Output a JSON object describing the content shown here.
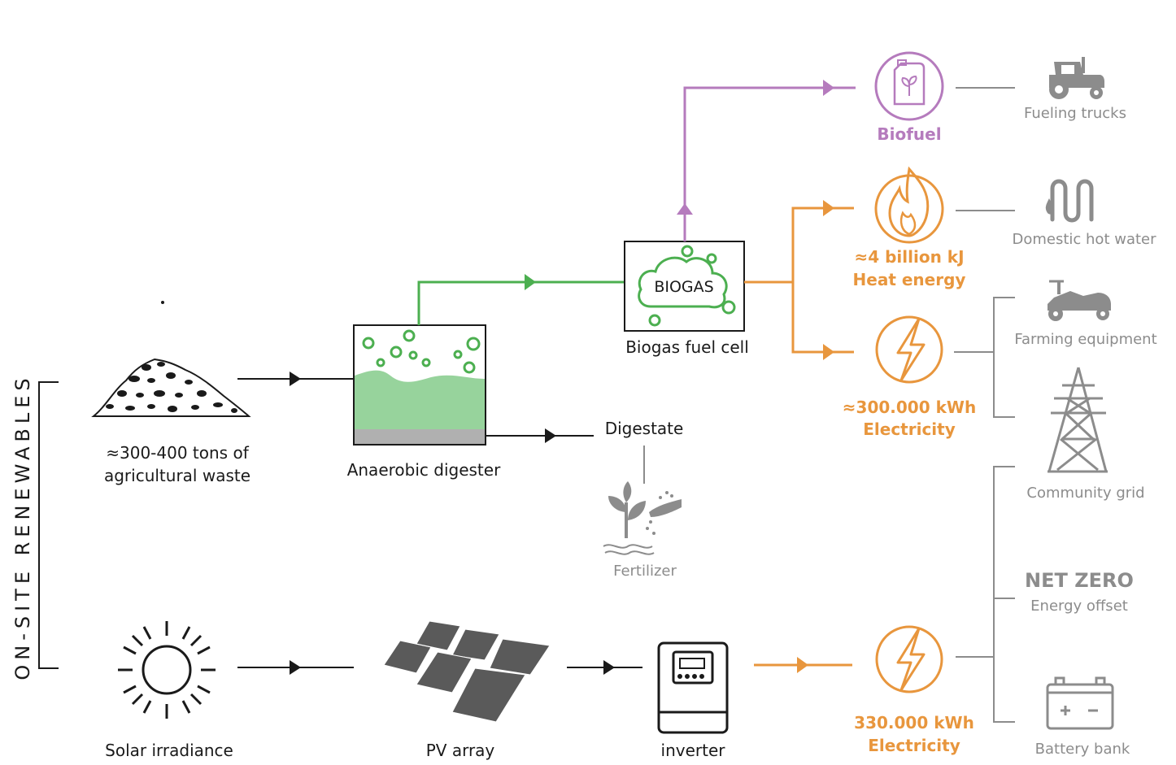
{
  "side_label": "ON-SITE RENEWABLES",
  "nodes": {
    "waste": "≈300-400 tons of\nagricultural  waste",
    "digester": "Anaerobic digester",
    "fuel_cell": "Biogas fuel cell",
    "biogas_text": "BIOGAS",
    "digestate": "Digestate",
    "fertilizer": "Fertilizer",
    "solar": "Solar irradiance",
    "pv": "PV array",
    "inverter": "inverter"
  },
  "outputs": {
    "biofuel": "Biofuel",
    "heat_value": "≈4 billion kJ",
    "heat_label": "Heat energy",
    "elec_bio_value": "≈300.000 kWh",
    "elec_bio_label": "Electricity",
    "elec_solar_value": "330.000 kWh",
    "elec_solar_label": "Electricity"
  },
  "uses": {
    "trucks": "Fueling trucks",
    "hot_water": "Domestic hot water",
    "farming": "Farming equipment",
    "grid": "Community grid",
    "net_zero": "NET ZERO",
    "offset": "Energy offset",
    "battery": "Battery bank"
  },
  "colors": {
    "green": "#4caf50",
    "green_fill": "#97d39c",
    "purple": "#b57bbd",
    "orange": "#e8963d",
    "grey": "#8c8c8c",
    "black": "#1a1a1a"
  }
}
